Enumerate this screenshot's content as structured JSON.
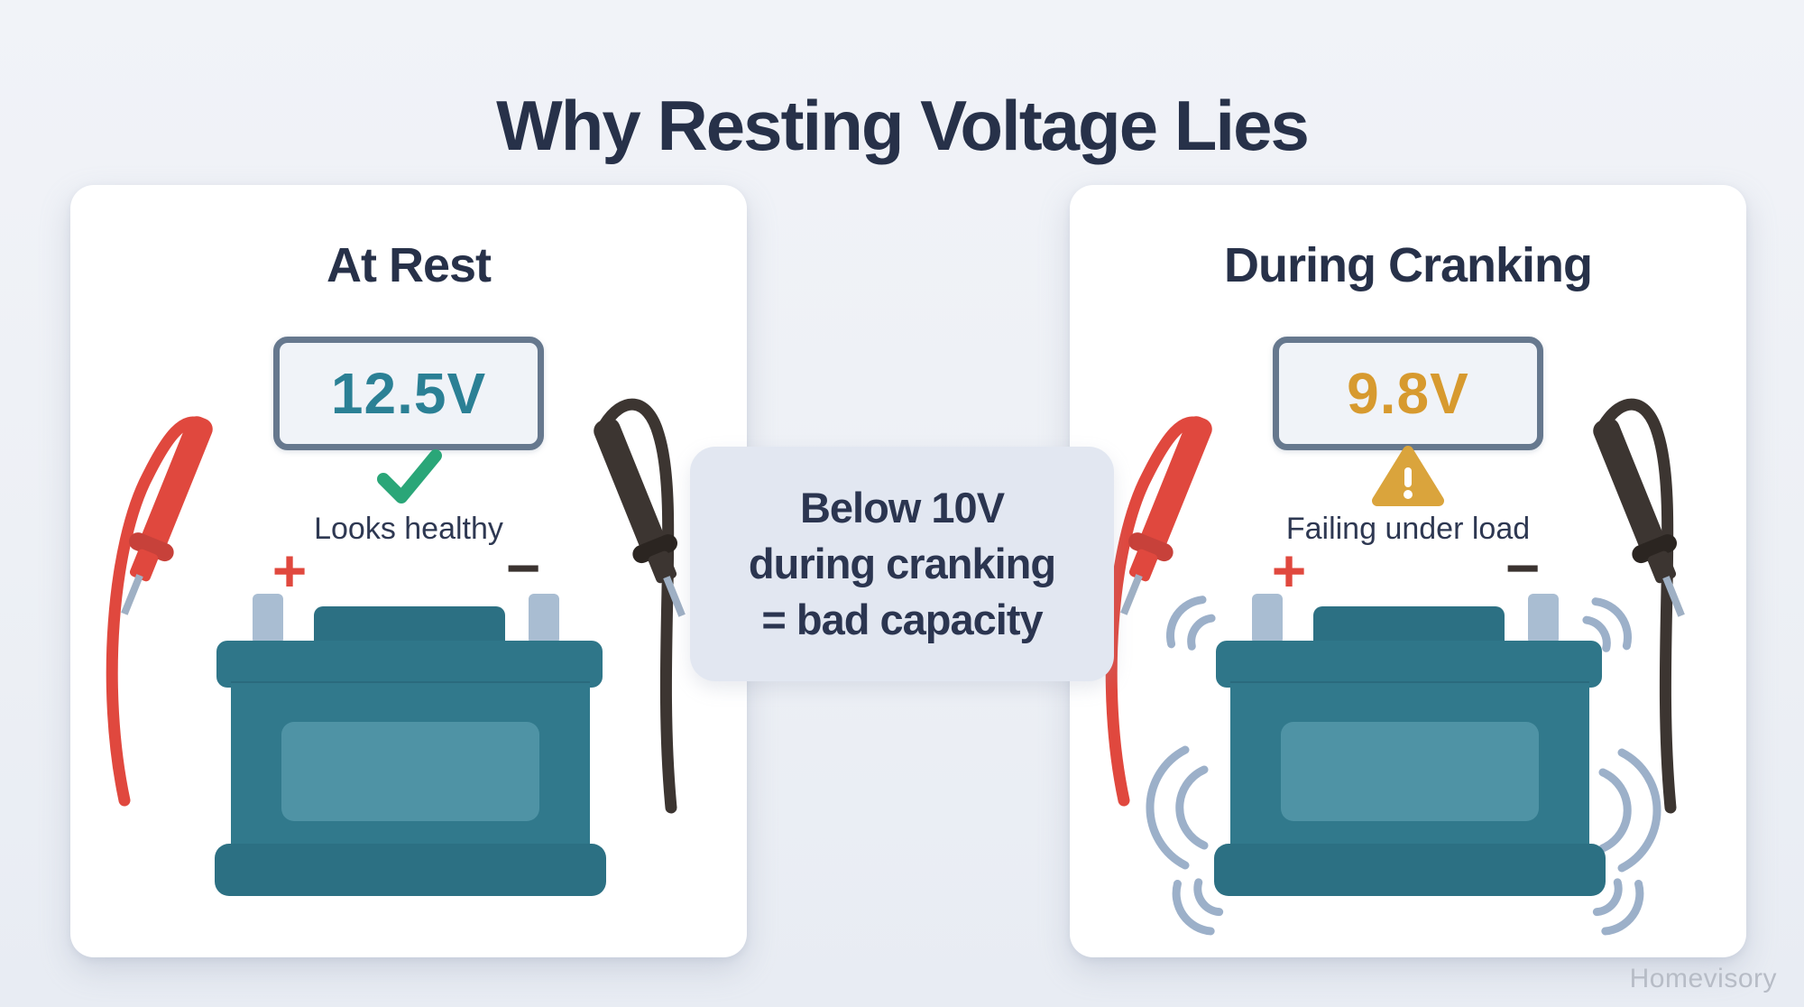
{
  "title": "Why Resting Voltage Lies",
  "watermark": "Homevisory",
  "center_note": {
    "line1": "Below 10V",
    "line2": "during cranking",
    "line3": "= bad capacity"
  },
  "panels": {
    "at_rest": {
      "heading": "At Rest",
      "voltage_reading": "12.5V",
      "voltage_color": "#2b8095",
      "status_text": "Looks healthy",
      "status_icon": "check-icon",
      "status_color": "#2aa678",
      "positive_label": "+",
      "negative_label": "−"
    },
    "during_cranking": {
      "heading": "During Cranking",
      "voltage_reading": "9.8V",
      "voltage_color": "#d79a2f",
      "status_text": "Failing under load",
      "status_icon": "warning-icon",
      "status_color": "#daa43c",
      "positive_label": "+",
      "negative_label": "−"
    }
  },
  "colors": {
    "background": "#edf0f5",
    "panel": "#ffffff",
    "heading_text": "#273149",
    "voltage_box_border": "#66788e",
    "battery_body": "#2f7689",
    "battery_trim": "#2c7083",
    "battery_window": "#4f93a5",
    "terminal": "#a9bdd2",
    "probe_red": "#e0483e",
    "probe_black": "#3c3531",
    "probe_metal": "#9fb0c4",
    "vibration_arc": "#9cb0c9",
    "note_background": "#e2e7f1",
    "note_text": "#2b3550"
  }
}
